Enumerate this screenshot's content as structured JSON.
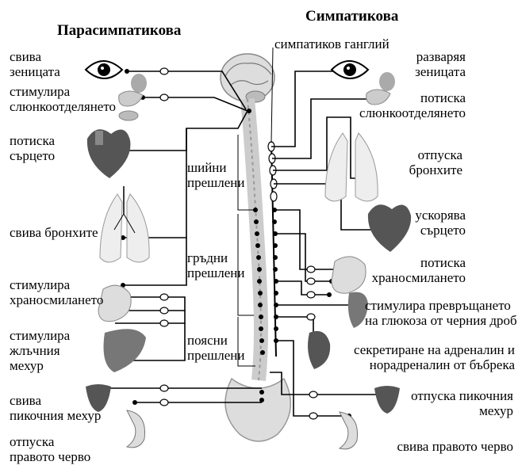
{
  "headers": {
    "parasympathetic": "Парасимпатикова",
    "sympathetic": "Симпатикова",
    "ganglion": "симпатиков ганглий"
  },
  "spine_labels": {
    "cervical": [
      "шийни",
      "прешлени"
    ],
    "thoracic": [
      "гръдни",
      "прешлени"
    ],
    "lumbar": [
      "поясни",
      "прешлени"
    ]
  },
  "parasympathetic_effects": [
    {
      "lines": [
        "свива",
        "зеницата"
      ],
      "organ": "eye-icon"
    },
    {
      "lines": [
        "стимулира",
        "слюнкоотделянето"
      ],
      "organ": "salivary-gland-icon"
    },
    {
      "lines": [
        "потиска",
        "сърцето"
      ],
      "organ": "heart-icon"
    },
    {
      "lines": [
        "свива бронхите"
      ],
      "organ": "lungs-icon"
    },
    {
      "lines": [
        "стимулира",
        "храносмилането"
      ],
      "organ": "stomach-icon"
    },
    {
      "lines": [
        "стимулира",
        "жлъчния",
        "мехур"
      ],
      "organ": "liver-icon"
    },
    {
      "lines": [
        "свива",
        "пикочния мехур"
      ],
      "organ": "bladder-icon"
    },
    {
      "lines": [
        "отпуска",
        "правото черво"
      ],
      "organ": "rectum-icon"
    }
  ],
  "sympathetic_effects": [
    {
      "lines": [
        "разваряя",
        "зеницата"
      ],
      "organ": "eye-icon"
    },
    {
      "lines": [
        "потиска",
        "слюнкоотделянето"
      ],
      "organ": "salivary-gland-icon"
    },
    {
      "lines": [
        "отпуска",
        "бронхите"
      ],
      "organ": "lungs-icon"
    },
    {
      "lines": [
        "ускорява",
        "сърцето"
      ],
      "organ": "heart-icon"
    },
    {
      "lines": [
        "потиска",
        "храносмилането"
      ],
      "organ": "stomach-icon"
    },
    {
      "lines": [
        "стимулира превръщането",
        "на глюкоза от черния дроб"
      ],
      "organ": "liver-icon"
    },
    {
      "lines": [
        "секретиране на адреналин и",
        "норадреналин от бъбрека"
      ],
      "organ": "kidney-icon"
    },
    {
      "lines": [
        "отпуска пикочния",
        "мехур"
      ],
      "organ": "bladder-icon"
    },
    {
      "lines": [
        "свива правото черво"
      ],
      "organ": "rectum-icon"
    }
  ]
}
